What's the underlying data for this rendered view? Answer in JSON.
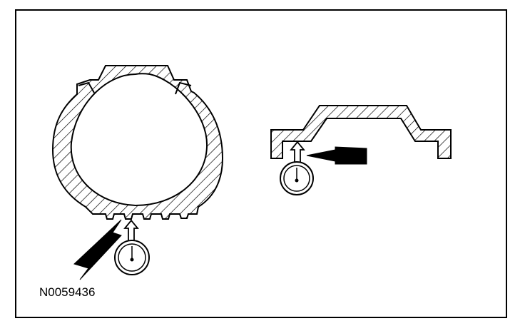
{
  "figure": {
    "code": "N0059436"
  },
  "colors": {
    "stroke": "#000000",
    "fill": "#ffffff"
  },
  "callouts": [
    {
      "name": "tire-bead-seat-check",
      "icon": "tape-measure-icon"
    },
    {
      "name": "wheel-flange-check",
      "icon": "tape-measure-icon"
    }
  ]
}
